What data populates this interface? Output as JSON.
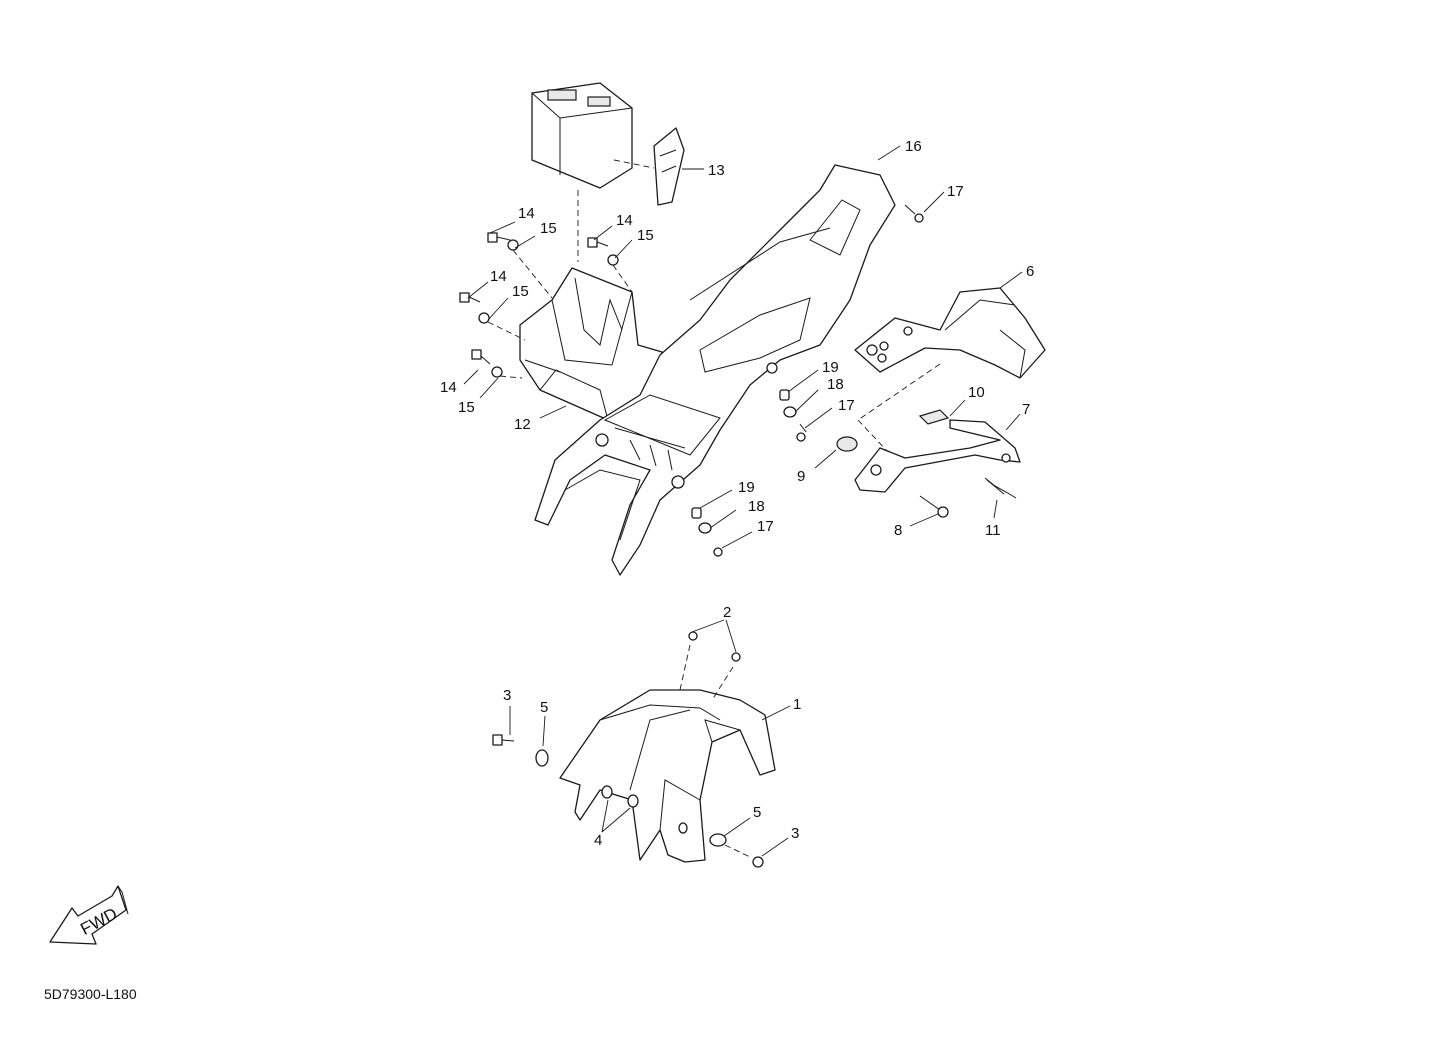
{
  "diagram_code": "5D79300-L180",
  "fwd_label": "FWD",
  "callouts": {
    "c1": "1",
    "c2": "2",
    "c3a": "3",
    "c3b": "3",
    "c4": "4",
    "c5a": "5",
    "c5b": "5",
    "c6": "6",
    "c7": "7",
    "c8": "8",
    "c9": "9",
    "c10": "10",
    "c11": "11",
    "c12": "12",
    "c13": "13",
    "c14a": "14",
    "c14b": "14",
    "c14c": "14",
    "c14d": "14",
    "c15a": "15",
    "c15b": "15",
    "c15c": "15",
    "c15d": "15",
    "c16": "16",
    "c17a": "17",
    "c17b": "17",
    "c17c": "17",
    "c18a": "18",
    "c18b": "18",
    "c19a": "19",
    "c19b": "19"
  }
}
